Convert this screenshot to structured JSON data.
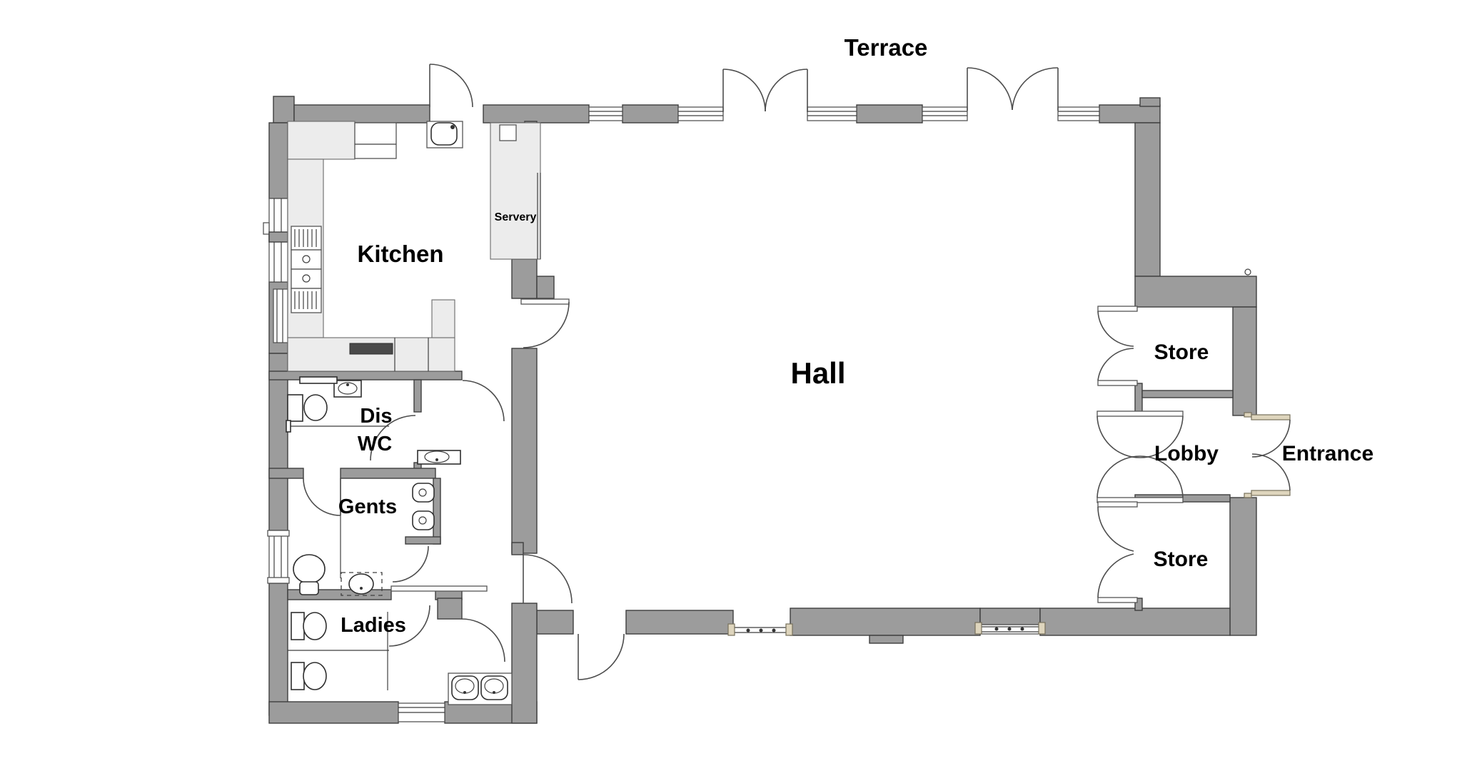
{
  "plan": {
    "type": "floor-plan",
    "rooms": {
      "terrace": {
        "label": "Terrace"
      },
      "kitchen": {
        "label": "Kitchen"
      },
      "servery": {
        "label": "Servery"
      },
      "hall": {
        "label": "Hall"
      },
      "dis_wc": {
        "line1": "Dis",
        "line2": "WC"
      },
      "gents": {
        "label": "Gents"
      },
      "ladies": {
        "label": "Ladies"
      },
      "store_upper": {
        "label": "Store"
      },
      "store_lower": {
        "label": "Store"
      },
      "lobby": {
        "label": "Lobby"
      },
      "entrance": {
        "label": "Entrance"
      }
    },
    "colors": {
      "wall": "#9c9c9c",
      "wall_outline": "#3f3f3f",
      "counter": "#ececec",
      "fixture_outline": "#2f2f2f",
      "door_cap": "#ded5bd",
      "hob": "#4a4a4a",
      "background": "#ffffff",
      "label": "#000000"
    }
  }
}
